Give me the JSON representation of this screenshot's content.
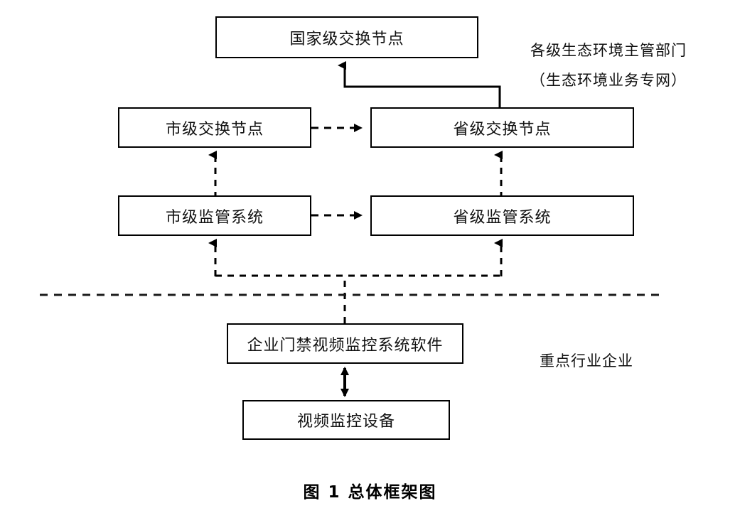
{
  "figure": {
    "caption": "图 1  总体框架图",
    "divider_label_top": "各级生态环境主管部门",
    "divider_label_top2": "（生态环境业务专网）",
    "divider_label_bottom": "重点行业企业"
  },
  "nodes": [
    {
      "id": "national-exchange",
      "label": "国家级交换节点"
    },
    {
      "id": "city-exchange",
      "label": "市级交换节点"
    },
    {
      "id": "province-exchange",
      "label": "省级交换节点"
    },
    {
      "id": "city-supervision",
      "label": "市级监管系统"
    },
    {
      "id": "province-supervision",
      "label": "省级监管系统"
    },
    {
      "id": "enterprise-software",
      "label": "企业门禁视频监控系统软件"
    },
    {
      "id": "video-device",
      "label": "视频监控设备"
    }
  ],
  "edges": [
    {
      "from": "province-exchange",
      "to": "national-exchange",
      "style": "solid",
      "arrow": "single"
    },
    {
      "from": "city-exchange",
      "to": "province-exchange",
      "style": "dashed",
      "arrow": "single"
    },
    {
      "from": "city-supervision",
      "to": "city-exchange",
      "style": "dashed",
      "arrow": "single"
    },
    {
      "from": "province-supervision",
      "to": "province-exchange",
      "style": "dashed",
      "arrow": "single"
    },
    {
      "from": "city-supervision",
      "to": "province-supervision",
      "style": "dashed",
      "arrow": "single"
    },
    {
      "from": "enterprise-software",
      "to": "city-supervision",
      "style": "dashed",
      "arrow": "single"
    },
    {
      "from": "enterprise-software",
      "to": "province-supervision",
      "style": "dashed",
      "arrow": "single"
    },
    {
      "from": "enterprise-software",
      "to": "video-device",
      "style": "solid",
      "arrow": "double"
    }
  ],
  "colors": {
    "stroke": "#000000",
    "text": "#111111",
    "background": "#ffffff"
  }
}
